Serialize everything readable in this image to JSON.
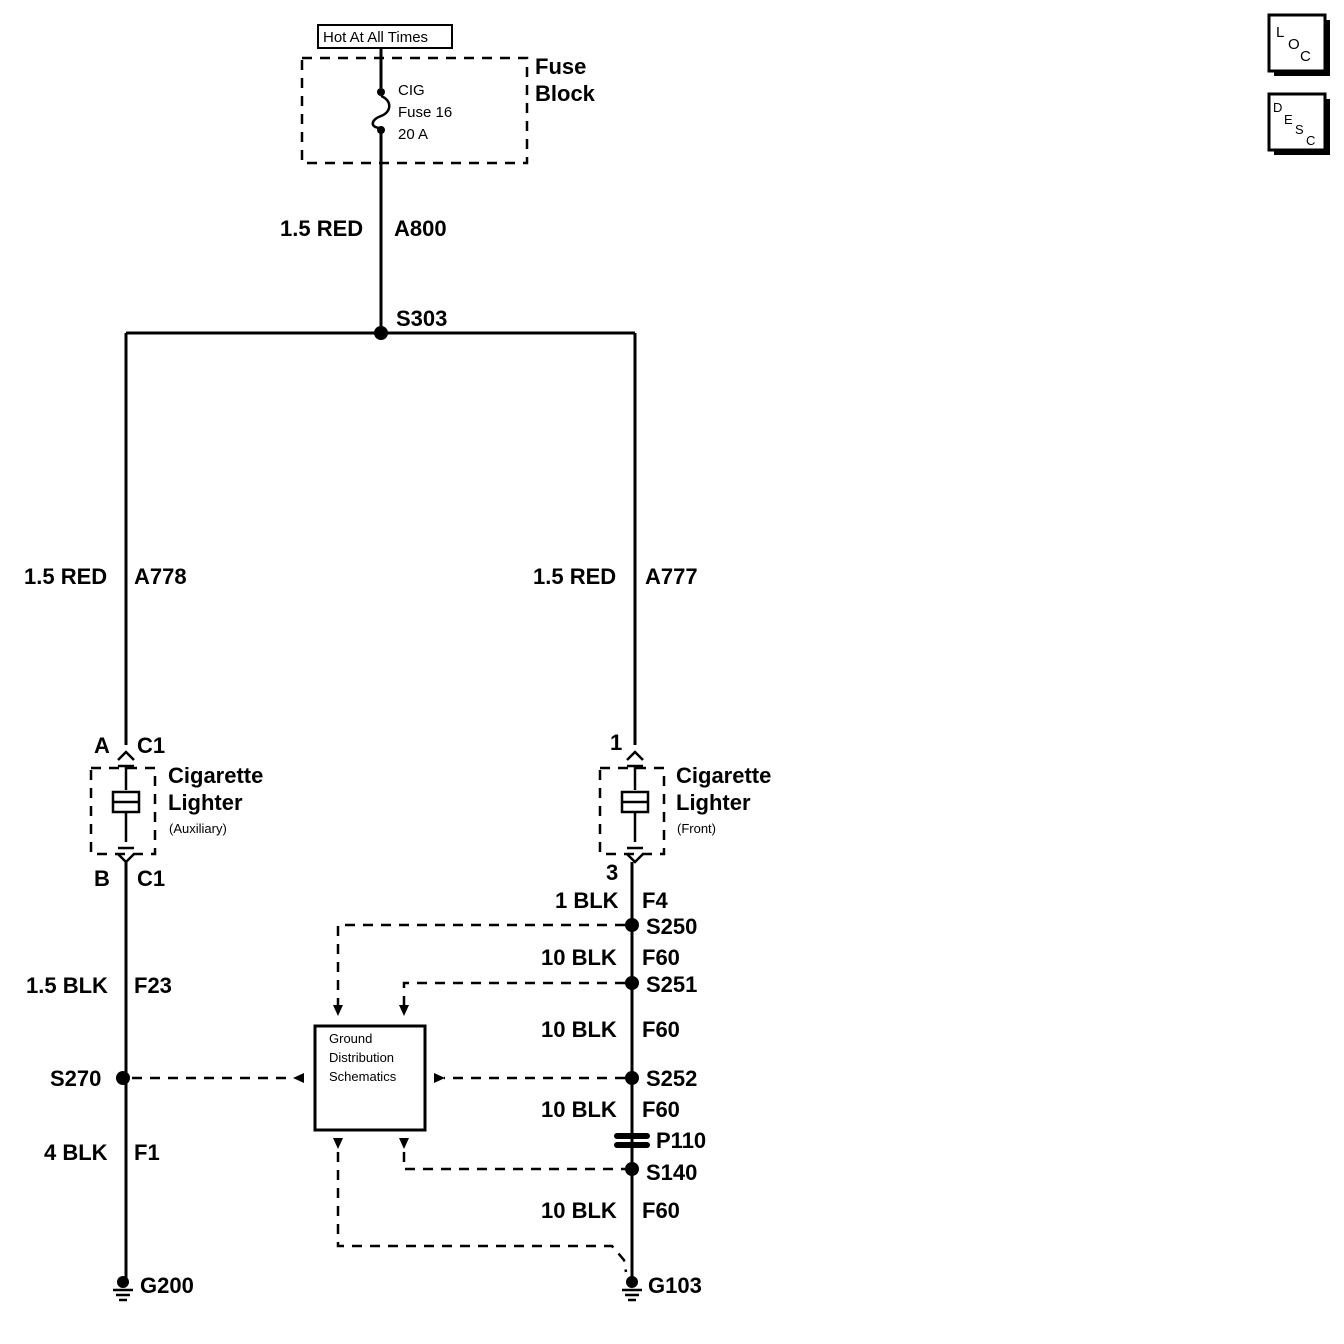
{
  "header": {
    "hot_label": "Hot At All Times",
    "fuse_block_line1": "Fuse",
    "fuse_block_line2": "Block",
    "fuse_line1": "CIG",
    "fuse_line2": "Fuse 16",
    "fuse_line3": "20 A"
  },
  "badges": {
    "loc": [
      "L",
      "O",
      "C"
    ],
    "desc": [
      "D",
      "E",
      "S",
      "C"
    ]
  },
  "wires": {
    "a800_gauge": "1.5 RED",
    "a800_circuit": "A800",
    "splice_s303": "S303",
    "a778_gauge": "1.5 RED",
    "a778_circuit": "A778",
    "a777_gauge": "1.5 RED",
    "a777_circuit": "A777"
  },
  "aux_lighter": {
    "pin_top": "A",
    "conn_top": "C1",
    "title1": "Cigarette",
    "title2": "Lighter",
    "sub": "(Auxiliary)",
    "pin_bot": "B",
    "conn_bot": "C1"
  },
  "front_lighter": {
    "pin_top": "1",
    "title1": "Cigarette",
    "title2": "Lighter",
    "sub": "(Front)",
    "pin_bot": "3"
  },
  "left_branch": {
    "f23_gauge": "1.5 BLK",
    "f23_circuit": "F23",
    "splice": "S270",
    "f1_gauge": "4 BLK",
    "f1_circuit": "F1",
    "ground": "G200"
  },
  "right_branch": {
    "f4_gauge": "1 BLK",
    "f4_circuit": "F4",
    "s250": "S250",
    "f60a_gauge": "10 BLK",
    "f60a_circuit": "F60",
    "s251": "S251",
    "f60b_gauge": "10 BLK",
    "f60b_circuit": "F60",
    "s252": "S252",
    "f60c_gauge": "10 BLK",
    "f60c_circuit": "F60",
    "p110": "P110",
    "s140": "S140",
    "f60d_gauge": "10 BLK",
    "f60d_circuit": "F60",
    "ground": "G103"
  },
  "ground_box": {
    "line1": "Ground",
    "line2": "Distribution",
    "line3": "Schematics"
  }
}
